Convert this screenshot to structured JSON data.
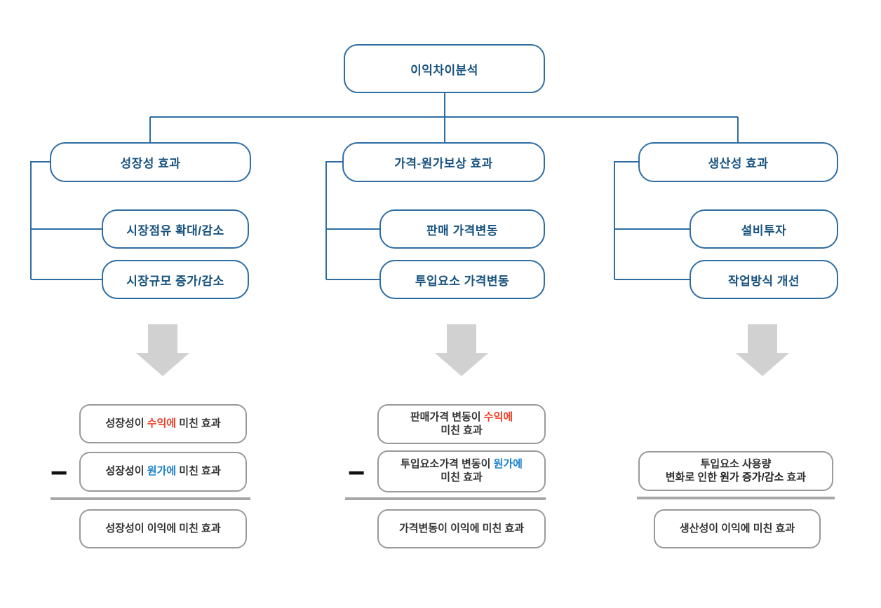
{
  "colors": {
    "node_border": "#2e6da4",
    "node_text": "#17527f",
    "connector": "#2e6da4",
    "hl_red": "#ee3e23",
    "hl_blue": "#1a82cd",
    "gray_border": "#999999",
    "gray_text": "#333333",
    "arrow_fill": "#d1d1d1",
    "divider": "#a8a8a8",
    "minus": "#111111"
  },
  "root": {
    "label": "이익차이분석"
  },
  "branches": [
    {
      "header": "성장성 효과",
      "children": [
        "시장점유 확대/감소",
        "시장규모 증가/감소"
      ]
    },
    {
      "header": "가격-원가보상 효과",
      "children": [
        "판매 가격변동",
        "투입요소 가격변동"
      ]
    },
    {
      "header": "생산성 효과",
      "children": [
        "설비투자",
        "작업방식 개선"
      ]
    }
  ],
  "icons": [
    {
      "name": "down-arrow"
    },
    {
      "name": "down-arrow"
    },
    {
      "name": "down-arrow"
    }
  ],
  "formulas": [
    {
      "operator": "−",
      "box1": {
        "p1": "성장성이 ",
        "hl": "수익에",
        "p2": " 미친 효과"
      },
      "box2": {
        "p1": "성장성이 ",
        "hl": "원가에",
        "p2": " 미친 효과"
      },
      "result": "성장성이 이익에 미친 효과"
    },
    {
      "operator": "−",
      "box1": {
        "p1": "판매가격 변동이 ",
        "hl": "수익에",
        "p2": "미친 효과"
      },
      "box2": {
        "p1": "투입요소가격 변동이 ",
        "hl": "원가에",
        "p2": "미친 효과"
      },
      "result": "가격변동이 이익에 미친 효과"
    },
    {
      "box1": {
        "p1": "투입요소 사용량",
        "p2": "변화로 인한 ",
        "hl": "원가 증가/감소",
        "p3": " 효과"
      },
      "result": "생산성이 이익에 미친 효과"
    }
  ]
}
